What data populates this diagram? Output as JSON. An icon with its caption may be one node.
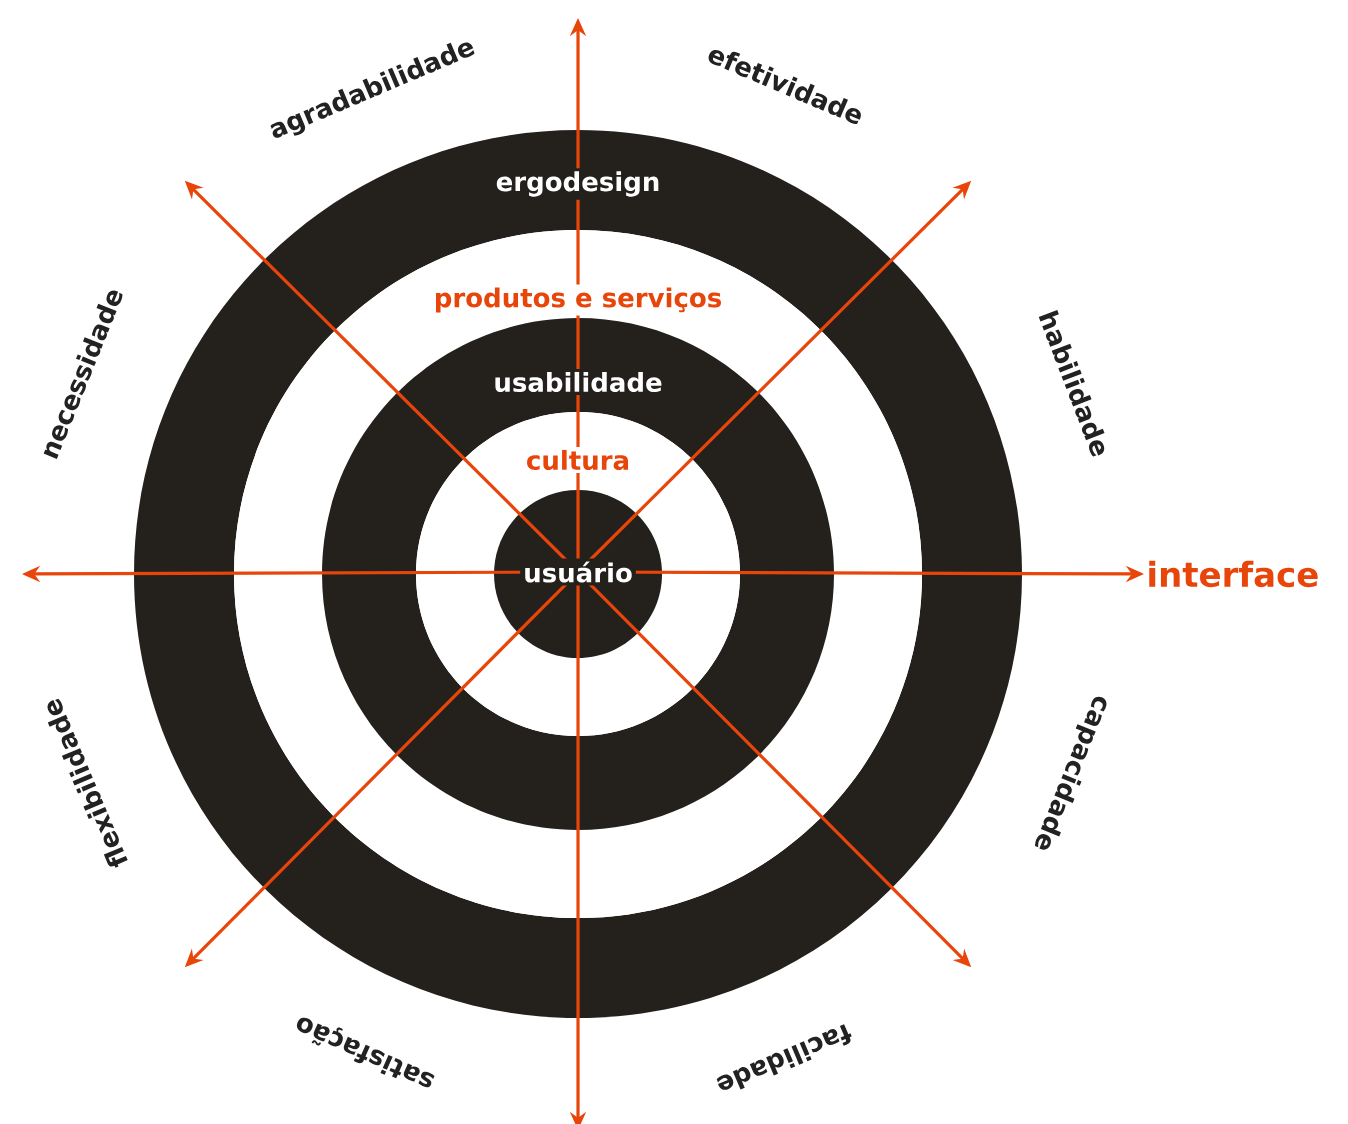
{
  "diagram": {
    "nodes": [
      {
        "text": [
          "ergodesign"
        ]
      },
      {
        "text": [
          "produtos e serviços"
        ],
        "in": 0
      },
      {
        "text": [
          "usabilidade"
        ],
        "in": 1
      },
      {
        "text": [
          "cultura"
        ],
        "in": 2
      },
      {
        "text": [
          "usuário"
        ],
        "in": 3
      },
      {
        "text": [
          "interface"
        ]
      }
    ],
    "edges": [
      {
        "from": 4,
        "to": 5,
        "arrow": "to"
      },
      {
        "from": 4,
        "to": null,
        "arrow": "to"
      },
      {
        "from": 4,
        "to": null,
        "arrow": "to"
      },
      {
        "from": 4,
        "to": null,
        "arrow": "to"
      },
      {
        "from": 4,
        "to": null,
        "arrow": "to"
      },
      {
        "from": 4,
        "to": null,
        "arrow": "to"
      },
      {
        "from": 4,
        "to": null,
        "arrow": "to"
      },
      {
        "from": 4,
        "to": null,
        "arrow": "to"
      }
    ],
    "labels": [
      "agradabilidade",
      "efetividade",
      "necessidade",
      "habilidade",
      "flexibilidade",
      "capacidade",
      "satisfação",
      "facilidade"
    ]
  }
}
